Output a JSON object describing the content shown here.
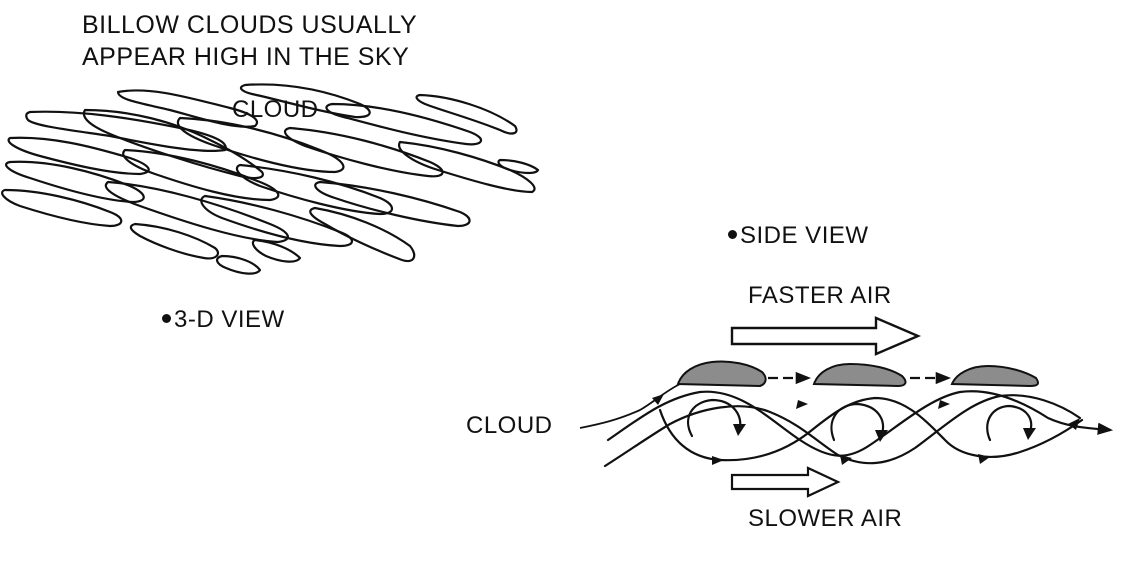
{
  "title": {
    "line1": "BILLOW CLOUDS USUALLY",
    "line2": "APPEAR HIGH IN THE SKY"
  },
  "three_d_view": {
    "cloud_label": "CLOUD",
    "caption": "3-D VIEW"
  },
  "side_view": {
    "caption": "SIDE VIEW",
    "faster_air": "FASTER AIR",
    "slower_air": "SLOWER AIR",
    "cloud_label": "CLOUD"
  },
  "colors": {
    "ink": "#111111",
    "cloud_fill": "#8c8c8c",
    "background": "#ffffff"
  }
}
